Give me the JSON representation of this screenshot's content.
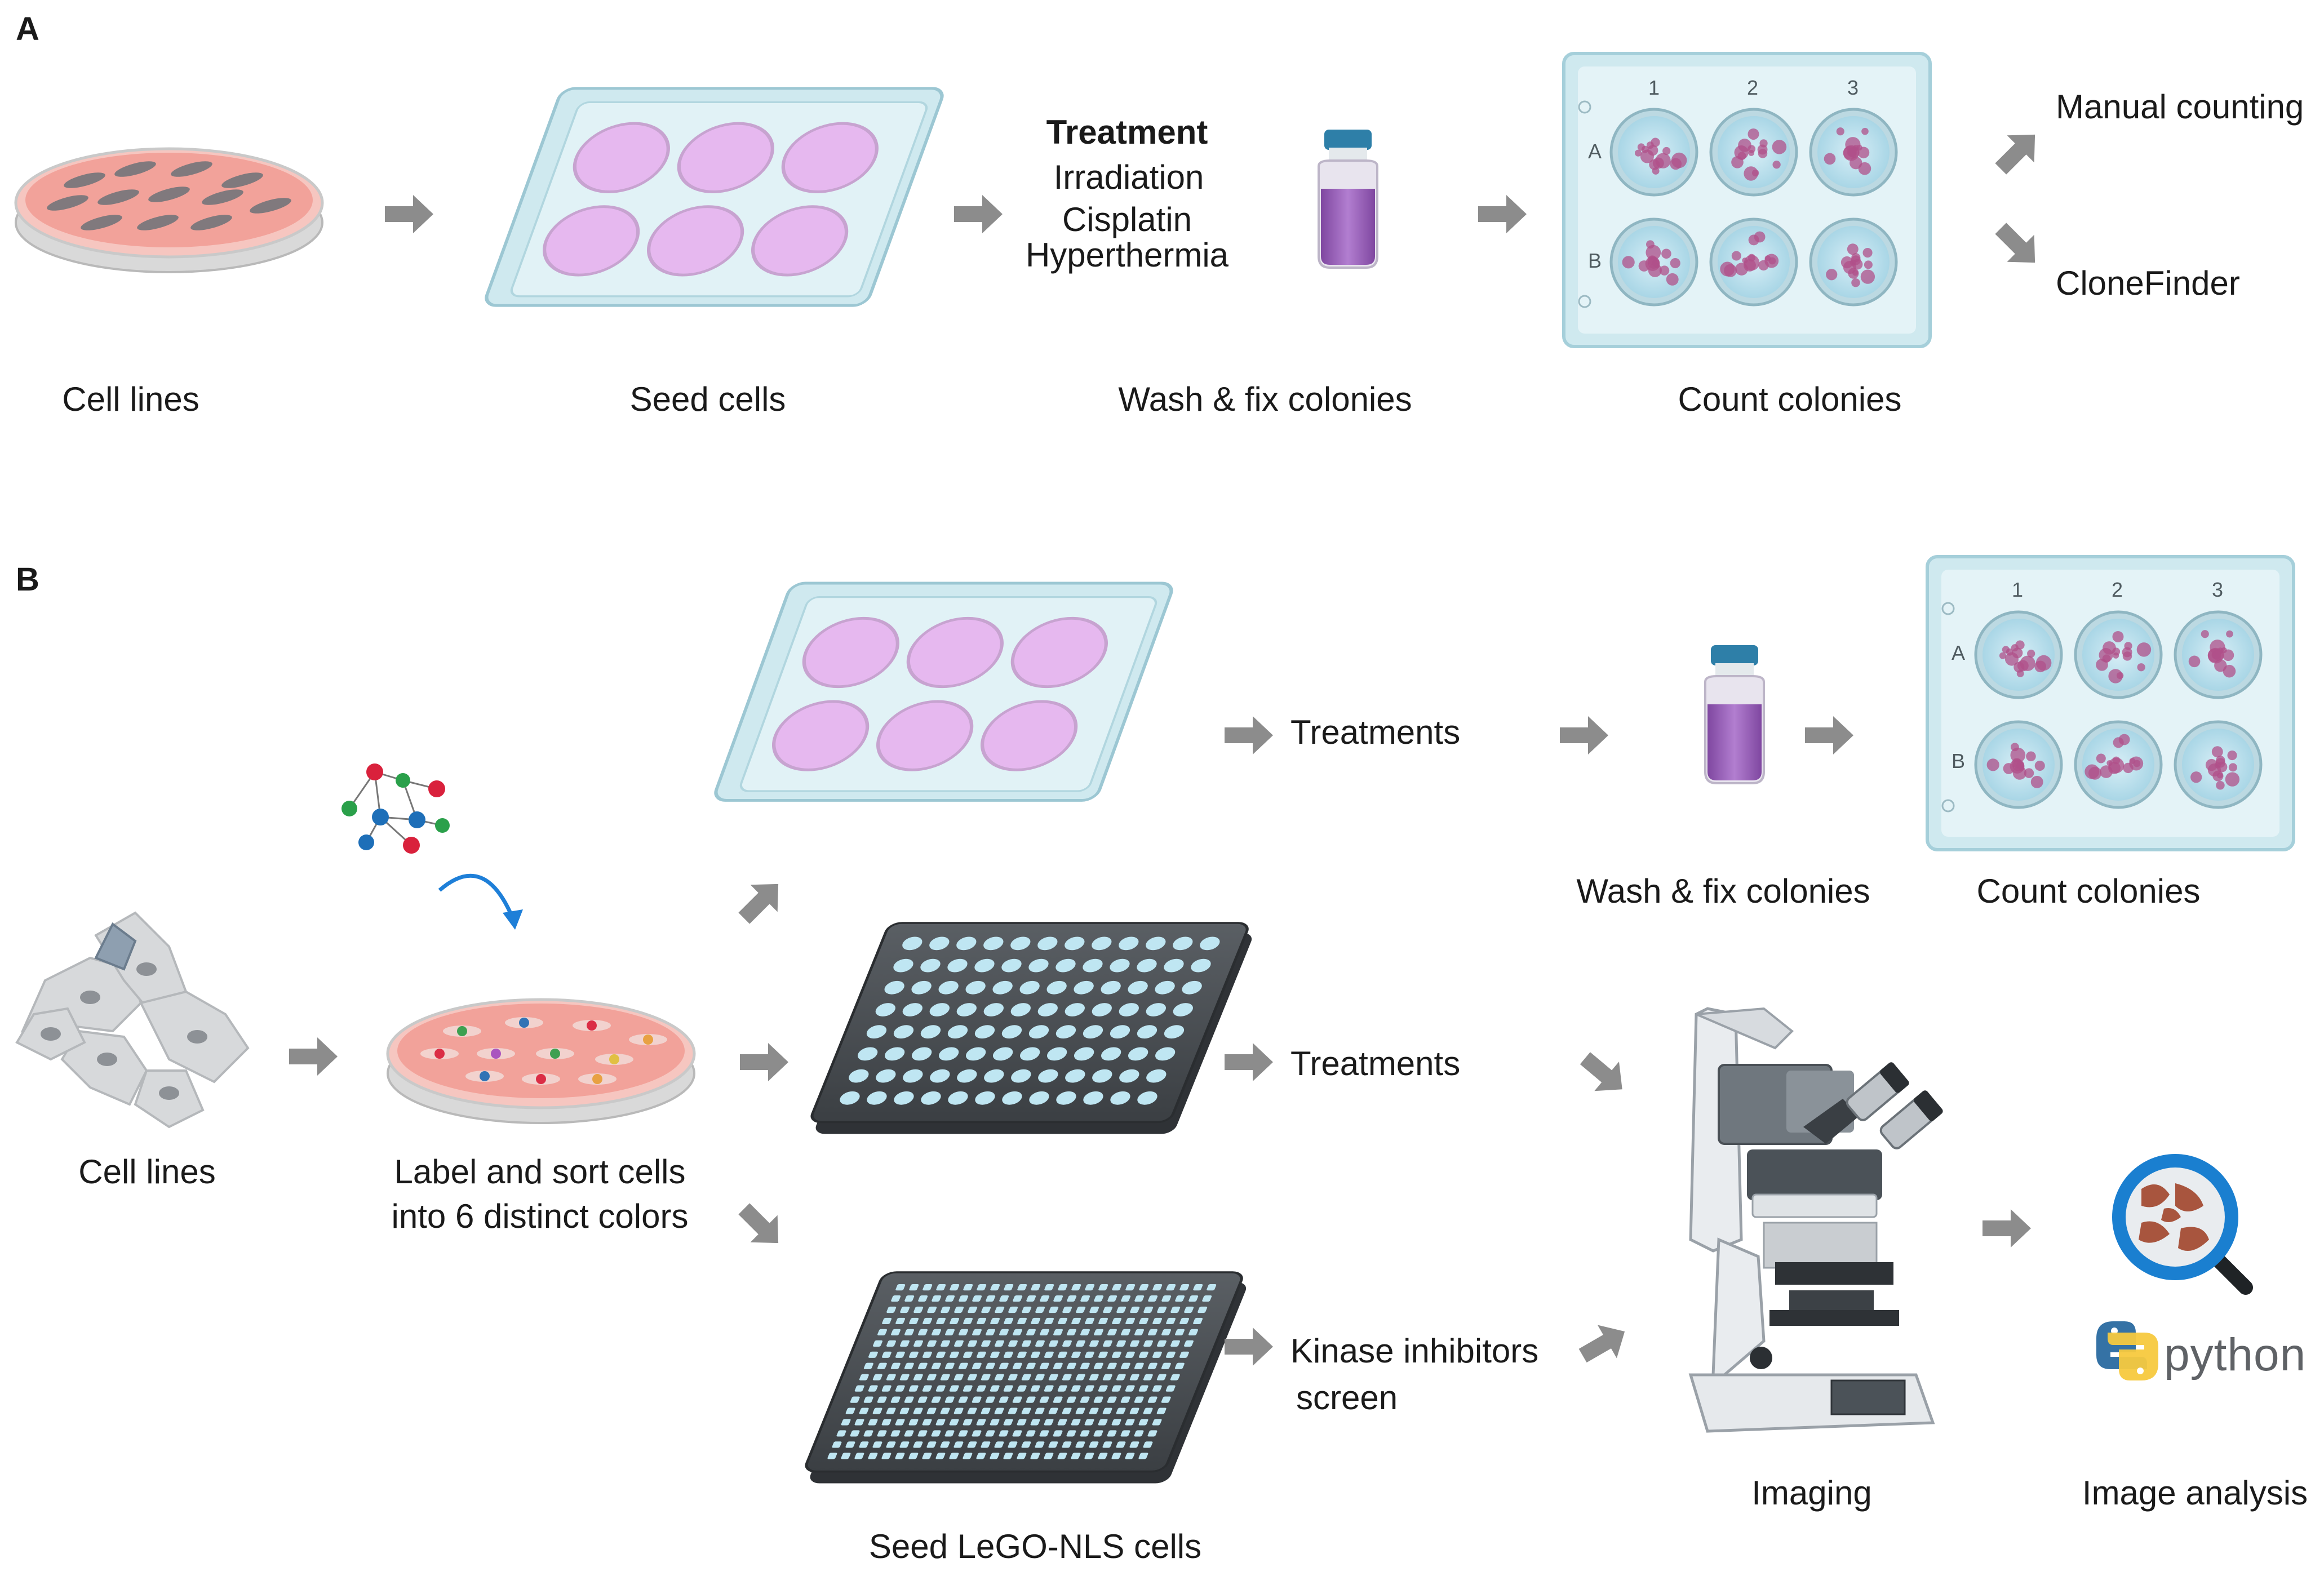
{
  "panel_a": {
    "letter": "A",
    "steps": {
      "cell_lines": "Cell lines",
      "seed": "Seed cells",
      "wash": "Wash & fix colonies",
      "count": "Count colonies"
    },
    "treatment": {
      "heading": "Treatment",
      "items": [
        "Irradiation",
        "Cisplatin",
        "Hyperthermia"
      ]
    },
    "outputs": {
      "manual": "Manual counting",
      "clonefinder": "CloneFinder"
    },
    "plate": {
      "columns": [
        "1",
        "2",
        "3"
      ],
      "rows": [
        "A",
        "B"
      ]
    }
  },
  "panel_b": {
    "letter": "B",
    "steps": {
      "cell_lines": "Cell lines",
      "label_line1": "Label  and sort cells",
      "label_line2": "into 6 distinct colors",
      "treatments_top": "Treatments",
      "treatments_mid": "Treatments",
      "kinase_line1": "Kinase inhibitors",
      "kinase_line2": "screen",
      "wash": "Wash & fix colonies",
      "count": "Count colonies",
      "imaging": "Imaging",
      "analysis": "Image analysis",
      "seed_lego": "Seed LeGO-NLS cells",
      "python": "python"
    },
    "plate": {
      "columns": [
        "1",
        "2",
        "3"
      ],
      "rows": [
        "A",
        "B"
      ]
    }
  },
  "colors": {
    "arrow": "#8c8c8c",
    "dish_medium": "#f2a29a",
    "well_pink": "#e6b8ef",
    "plate_blue": "#cfe9ef",
    "well_blue": "#bfe6f2",
    "dark_plate": "#4a4e52",
    "vial_purple": "#9d63b9",
    "vial_cap": "#2e7fa8",
    "python_blue": "#3572a5",
    "python_yellow": "#f7c93e"
  }
}
